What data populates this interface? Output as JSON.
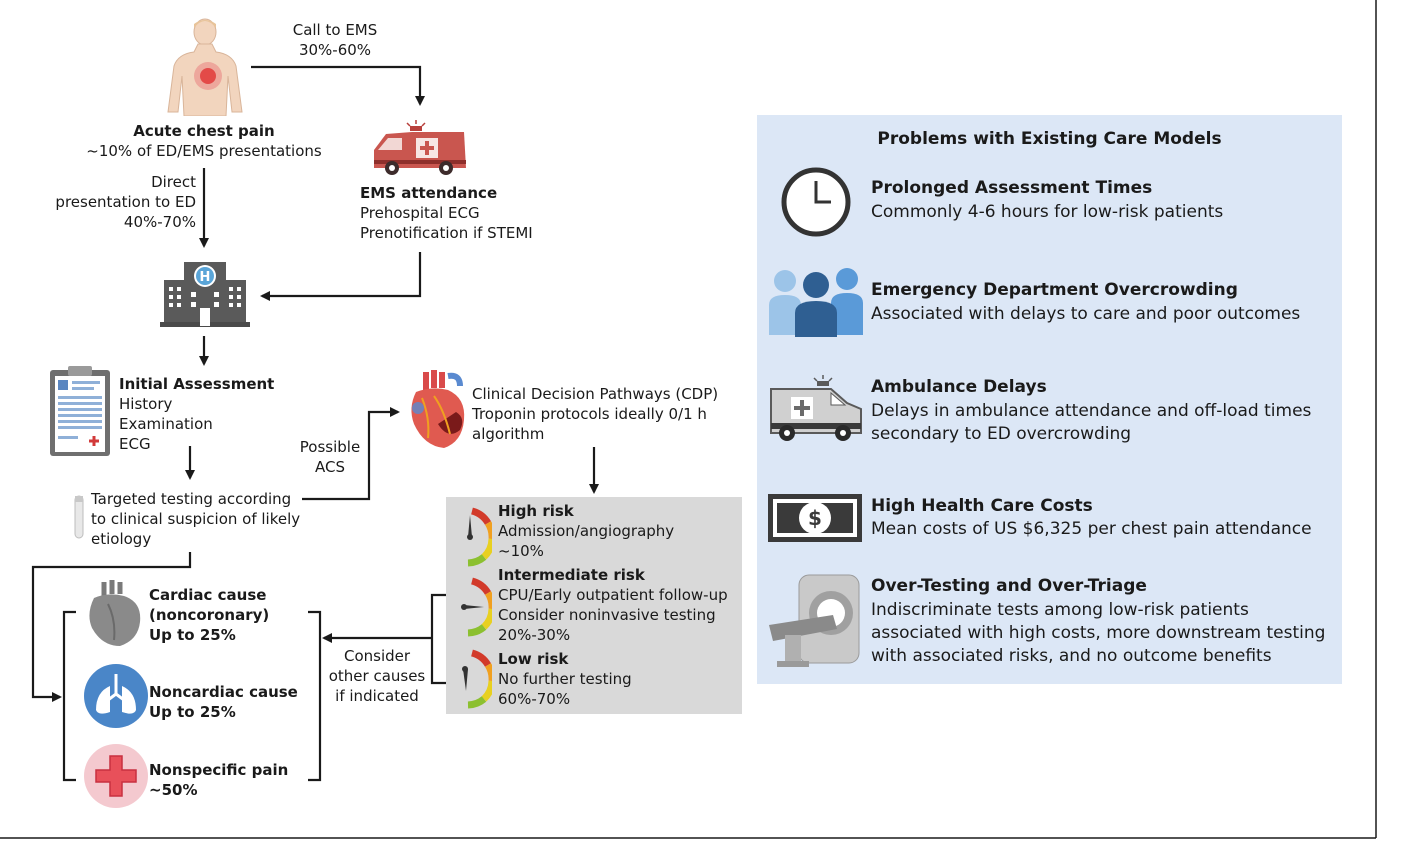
{
  "flow": {
    "call_ems": [
      "Call to EMS",
      "30%-60%"
    ],
    "chest_pain": [
      "Acute chest pain",
      "~10% of ED/EMS presentations"
    ],
    "direct": [
      "Direct",
      "presentation to ED",
      "40%-70%"
    ],
    "ems": [
      "EMS attendance",
      "Prehospital ECG",
      "Prenotification if STEMI"
    ],
    "initial": [
      "Initial Assessment",
      "History",
      "Examination",
      "ECG"
    ],
    "targeted": [
      "Targeted testing according",
      "to clinical suspicion of likely",
      "etiology"
    ],
    "possible_acs": [
      "Possible",
      "ACS"
    ],
    "cdp": [
      "Clinical Decision Pathways (CDP)",
      "Troponin protocols ideally 0/1 h",
      "algorithm"
    ],
    "consider": [
      "Consider",
      "other causes",
      "if indicated"
    ]
  },
  "risk": [
    {
      "title": "High risk",
      "lines": [
        "Admission/angiography",
        "~10%"
      ],
      "needle": "high"
    },
    {
      "title": "Intermediate risk",
      "lines": [
        "CPU/Early outpatient follow-up",
        "Consider noninvasive testing",
        "20%-30%"
      ],
      "needle": "intermediate"
    },
    {
      "title": "Low risk",
      "lines": [
        "No further testing",
        "60%-70%"
      ],
      "needle": "low"
    }
  ],
  "causes": [
    {
      "lines": [
        "Cardiac cause",
        "(noncoronary)",
        "Up to 25%"
      ],
      "icon": "heart-organ-icon"
    },
    {
      "lines": [
        "Noncardiac cause",
        "Up to 25%"
      ],
      "icon": "lungs-icon"
    },
    {
      "lines": [
        "Nonspecific pain",
        "~50%"
      ],
      "icon": "red-cross-icon"
    }
  ],
  "problems": {
    "title": "Problems with Existing Care Models",
    "items": [
      {
        "title": "Prolonged Assessment Times",
        "lines": [
          "Commonly 4-6 hours for low-risk patients"
        ],
        "icon": "clock-icon"
      },
      {
        "title": "Emergency Department Overcrowding",
        "lines": [
          "Associated with delays to care and poor outcomes"
        ],
        "icon": "crowd-icon"
      },
      {
        "title": "Ambulance Delays",
        "lines": [
          "Delays in ambulance attendance and off-load times",
          "secondary to ED overcrowding"
        ],
        "icon": "ambulance-icon"
      },
      {
        "title": "High Health Care Costs",
        "lines": [
          "Mean costs of US $6,325 per chest pain attendance"
        ],
        "icon": "dollar-bill-icon"
      },
      {
        "title": "Over-Testing and Over-Triage",
        "lines": [
          "Indiscriminate tests among low-risk patients",
          "associated with high costs, more downstream testing",
          "with associated risks, and no outcome benefits"
        ],
        "icon": "ct-scanner-icon"
      }
    ]
  },
  "colors": {
    "panel": "#dce7f6",
    "risk_box": "#d9d9d9",
    "ambulance_red": "#b8403c",
    "hospital_gray": "#5a5a5a",
    "crowd_blue": "#3a78b5",
    "lungs_blue": "#4a86c8",
    "nonspecific_pink": "#f4c9cf"
  }
}
